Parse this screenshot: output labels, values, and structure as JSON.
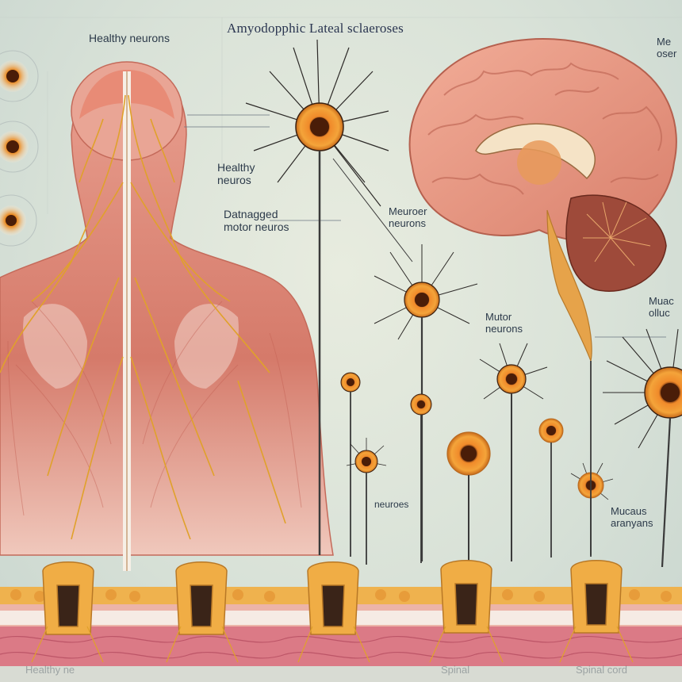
{
  "title": "Amyodopphic Lateal sclaeroses",
  "labels": {
    "healthy_neurons_top": "Healthy neurons",
    "healthy_neuros_mid": [
      "Healthy",
      "neuros"
    ],
    "damaged_motor": [
      "Datnagged",
      "motor neuros"
    ],
    "meuroer_neurons": [
      "Meuroer",
      "neurons"
    ],
    "mutor_neurons": [
      "Mutor",
      "neurons"
    ],
    "right_top": [
      "Me",
      "oser"
    ],
    "right_mid": [
      "Muac",
      "olluc"
    ],
    "neuroes": "neuroes",
    "mucaus": [
      "Mucaus",
      "aranyans"
    ],
    "bottom_left": "Healthy ne",
    "spinal_1": "Spinal",
    "spinal_cord": "Spinal cord"
  },
  "colors": {
    "nerve": "#e0a12b",
    "muscle": "#d9806e",
    "neuron_core": "#e8892a",
    "brain": "#e79a86",
    "background": "#dde4da"
  }
}
